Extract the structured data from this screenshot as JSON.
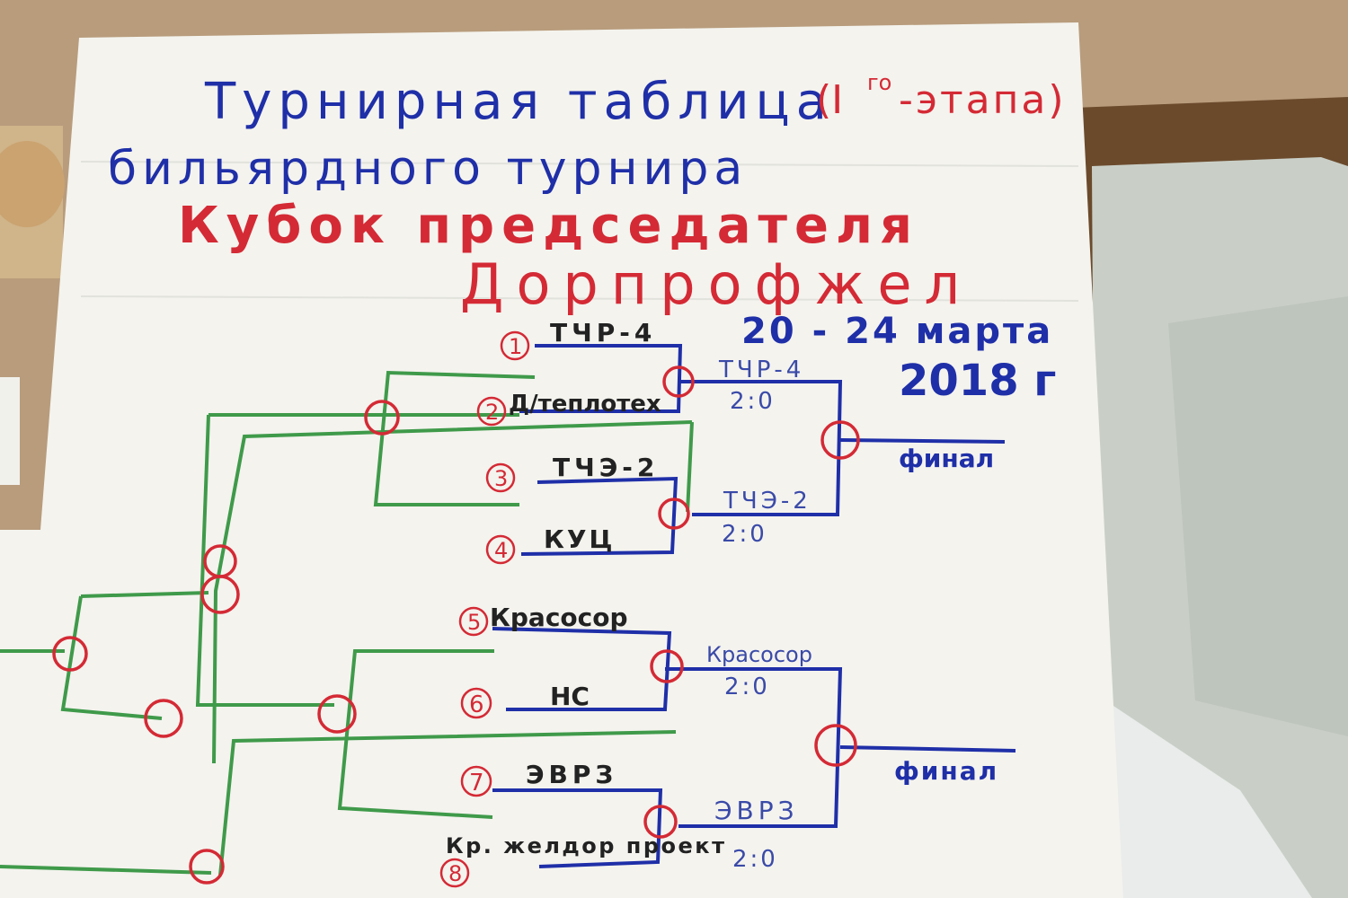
{
  "title": {
    "line1_part1": "Турнирная таблица",
    "line1_part2": "(I",
    "line1_sup": "го",
    "line1_part3": "-этапа)",
    "line2": "бильярдного турнира",
    "line3": "Кубок председателя",
    "line4": "Дорпрофжел"
  },
  "dates": {
    "range": "20 - 24 марта",
    "year": "2018 г"
  },
  "teams": [
    {
      "seed": "1",
      "name": "ТЧР-4"
    },
    {
      "seed": "2",
      "name": "Д/теплотех"
    },
    {
      "seed": "3",
      "name": "ТЧЭ-2"
    },
    {
      "seed": "4",
      "name": "КУЦ"
    },
    {
      "seed": "5",
      "name": "Красосор"
    },
    {
      "seed": "6",
      "name": "НС"
    },
    {
      "seed": "7",
      "name": "ЭВРЗ"
    },
    {
      "seed": "8",
      "name": "Кр. желдор проект"
    }
  ],
  "winners": [
    {
      "name": "ТЧР-4",
      "score": "2:0"
    },
    {
      "name": "ТЧЭ-2",
      "score": "2:0"
    },
    {
      "name": "Красосор",
      "score": "2:0"
    },
    {
      "name": "ЭВРЗ",
      "score": "2:0"
    }
  ],
  "finals": [
    "финал",
    "финал"
  ],
  "colors": {
    "paper": "#f4f3ee",
    "blue_ink": "#1f2fa8",
    "red_ink": "#d42a35",
    "green_ink": "#3f9a4a",
    "table_surface": "#c9cfc7",
    "wood": "#6b4a2c"
  }
}
